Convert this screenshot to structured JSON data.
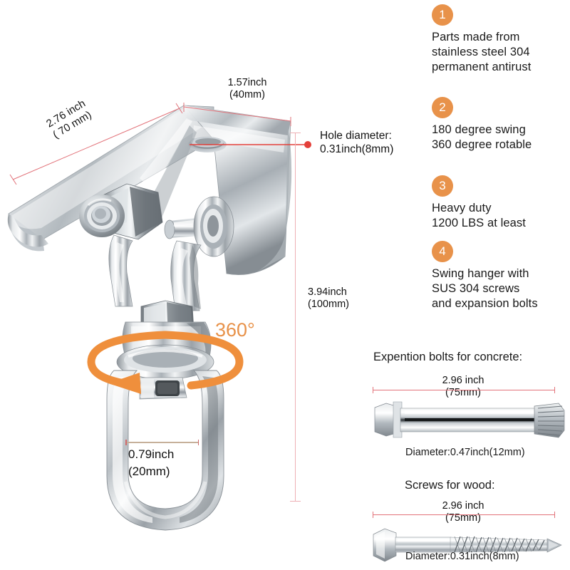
{
  "features": [
    {
      "number": "1",
      "text": "Parts made from\nstainless steel 304\npermanent antirust"
    },
    {
      "number": "2",
      "text": "180 degree swing\n360 degree rotable"
    },
    {
      "number": "3",
      "text": "Heavy duty\n1200 LBS at least"
    },
    {
      "number": "4",
      "text": "Swing hanger with\nSUS 304 screws\nand expansion bolts"
    }
  ],
  "product_dimensions": {
    "depth": "2.76 inch\n( 70 mm)",
    "width": "1.57inch\n(40mm)",
    "height": "3.94inch\n(100mm)",
    "ring_width": "0.79inch\n(20mm)",
    "hole_callout": "Hole diameter:\n0.31inch(8mm)",
    "rotation_label": "360°"
  },
  "hardware": [
    {
      "title": "Expention bolts for concrete:",
      "length": "2.96 inch\n(75mm)",
      "diameter": "Diameter:0.47inch(12mm)"
    },
    {
      "title": "Screws for wood:",
      "length": "2.96 inch\n(75mm)",
      "diameter": "Diameter:0.31inch(8mm)"
    }
  ],
  "colors": {
    "accent_orange": "#e8924a",
    "dimension_red": "#e2737a",
    "leader_red": "#e4403a",
    "text": "#1a1a1a",
    "background": "#ffffff"
  },
  "icons": {
    "rotation_arrow": "circular-rotation-arrow-icon",
    "swing_hanger": "swing-hanger-bracket-icon",
    "expansion_bolt": "expansion-bolt-icon",
    "wood_screw": "wood-screw-icon"
  }
}
